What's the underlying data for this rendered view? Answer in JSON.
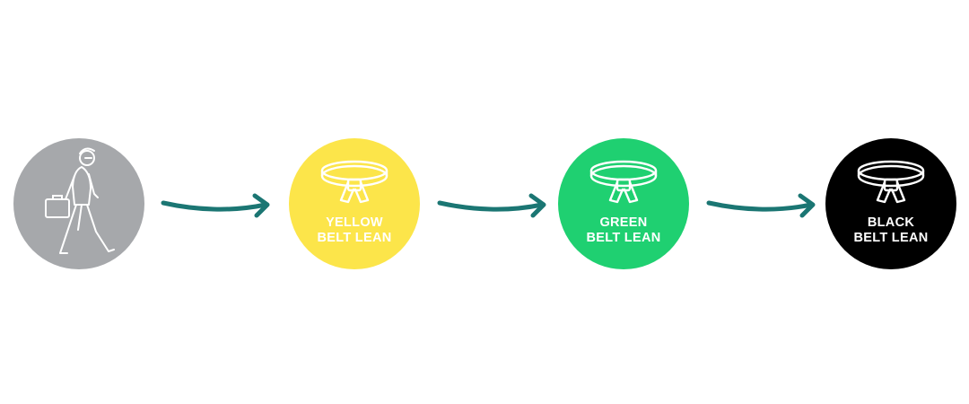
{
  "diagram": {
    "start": {
      "icon": "walking-businessman-icon",
      "color": "#a6a8ab"
    },
    "arrow_color": "#1b7673",
    "steps": [
      {
        "line1": "YELLOW",
        "line2": "BELT LEAN",
        "color": "#fce54a",
        "icon": "belt-icon"
      },
      {
        "line1": "GREEN",
        "line2": "BELT LEAN",
        "color": "#1fd071",
        "icon": "belt-icon"
      },
      {
        "line1": "BLACK",
        "line2": "BELT LEAN",
        "color": "#000000",
        "icon": "belt-icon"
      }
    ]
  }
}
